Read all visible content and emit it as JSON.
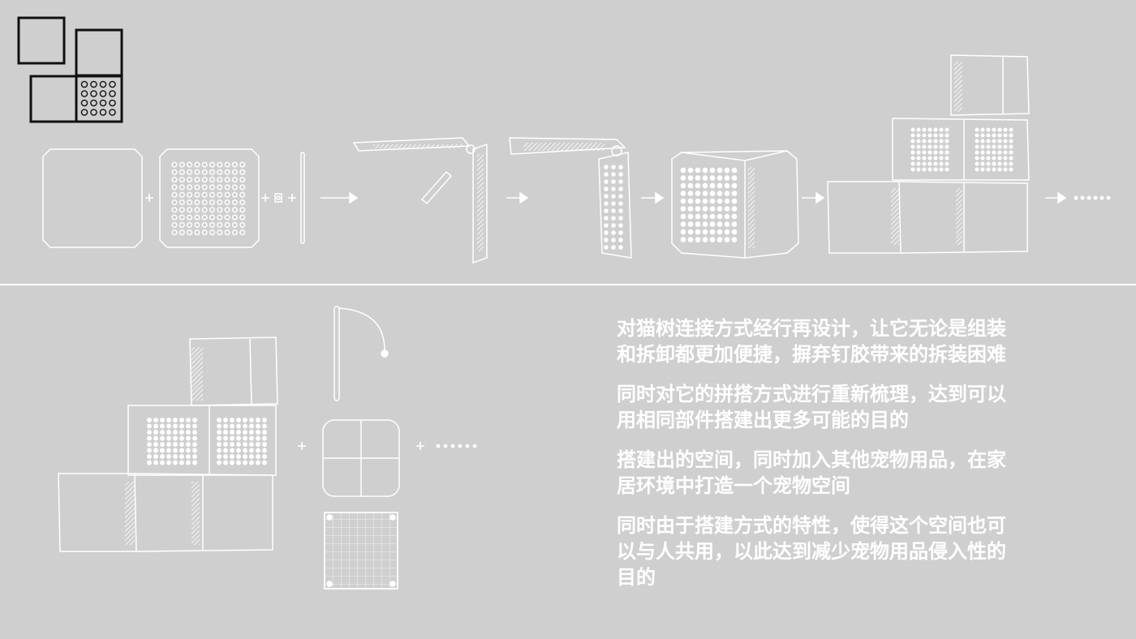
{
  "colors": {
    "background": "#cfcfcf",
    "line": "#ffffff",
    "logo": "#111111"
  },
  "text": {
    "paragraphs": [
      {
        "lines": [
          "对猫树连接方式经行再设计，让它无论是组装",
          "和拆卸都更加便捷，摒弃钉胶带来的拆装困难"
        ]
      },
      {
        "lines": [
          "同时对它的拼搭方式进行重新梳理，达到可以",
          "用相同部件搭建出更多可能的目的"
        ]
      },
      {
        "lines": [
          "搭建出的空间，同时加入其他宠物用品，在家",
          "居环境中打造一个宠物空间"
        ]
      },
      {
        "lines": [
          "同时由于搭建方式的特性，使得这个空间也可",
          "以与人共用，以此达到减少宠物用品侵入性的",
          "目的"
        ]
      }
    ]
  },
  "icons": {
    "logo": "modular-squares-logo",
    "arrow": "right-arrow-icon",
    "plus": "plus-icon",
    "ellipsis": "ellipsis-dots-icon"
  }
}
